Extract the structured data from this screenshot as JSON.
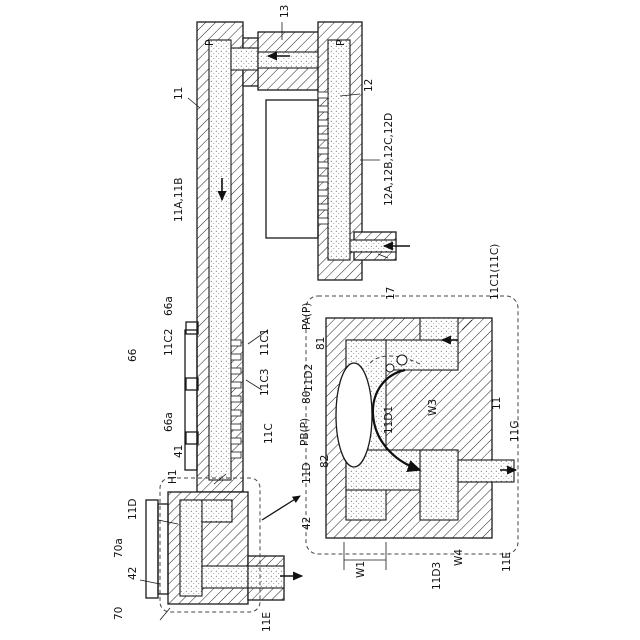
{
  "labels": {
    "p_top_left": "P",
    "p_top_right": "P",
    "n13": "13",
    "n11_top": "11",
    "n12": "12",
    "n12abcd_top": "12A,12B,12C,12D",
    "n12abcd_bottom": "12A,12B,12C,12D",
    "n11ab": "11A,11B",
    "n17": "17",
    "n11c1_callout": "11C1(11C)",
    "n66a_top": "66a",
    "n11c2": "11C2",
    "n11c1": "11C1",
    "pa": "PA(P)",
    "n81": "81",
    "n11d2": "11D2",
    "n66": "66",
    "n11c3": "11C3",
    "n80": "80",
    "n66a_mid": "66a",
    "pb": "PB(P)",
    "n11d1": "11D1",
    "w3": "W3",
    "n11_right": "11",
    "n11c": "11C",
    "h1": "H1",
    "n41": "41",
    "n11d_detail": "11D",
    "n82": "82",
    "n11g": "11G",
    "n11d_left": "11D",
    "n42_detail": "42",
    "n70a": "70a",
    "n42_left": "42",
    "w1": "W1",
    "n11d3": "11D3",
    "w4": "W4",
    "n11e_right": "11E",
    "n70": "70",
    "n11e_left": "11E"
  },
  "icons": [
    "flow-arrow-icon",
    "bubble-icon",
    "zoom-arrow-icon"
  ]
}
